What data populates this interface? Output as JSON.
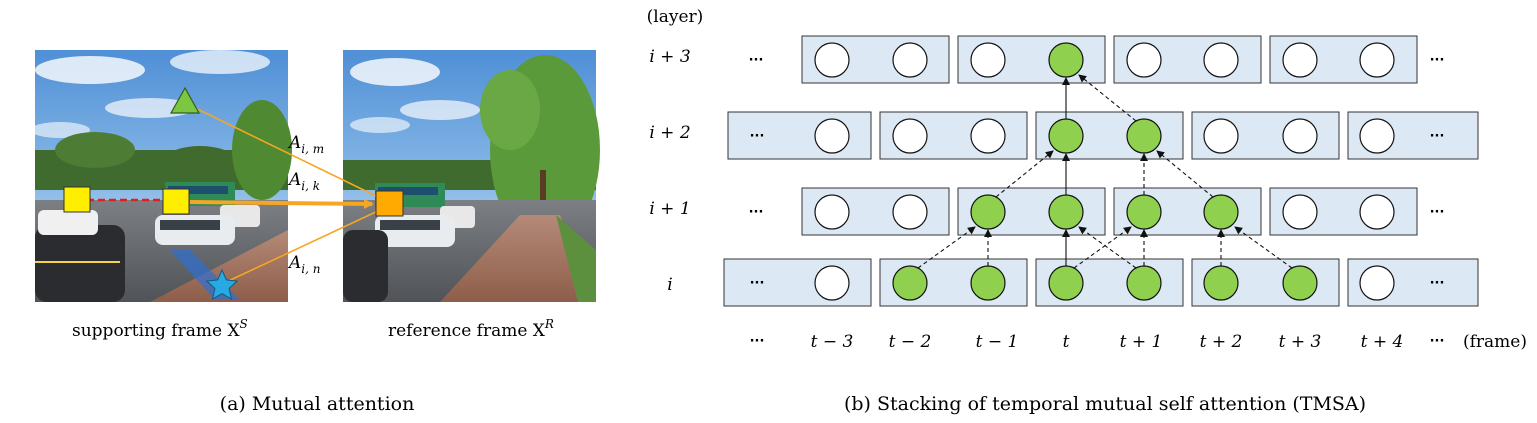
{
  "panel_a": {
    "supporting_caption": "supporting frame X",
    "supporting_sup": "S",
    "reference_caption": "reference frame X",
    "reference_sup": "R",
    "attention_labels": [
      {
        "base": "A",
        "sub": "i, m"
      },
      {
        "base": "A",
        "sub": "i, k"
      },
      {
        "base": "A",
        "sub": "i, n"
      }
    ],
    "caption": "(a) Mutual attention"
  },
  "panel_b": {
    "layer_header": "(layer)",
    "layer_labels": [
      "i + 3",
      "i + 2",
      "i + 1",
      "i"
    ],
    "frame_labels": [
      "···",
      "t − 3",
      "t − 2",
      "t − 1",
      "t",
      "t + 1",
      "t + 2",
      "t + 3",
      "t + 4",
      "···"
    ],
    "frame_header": "(frame)",
    "ellipsis": "···",
    "caption": "(b) Stacking of temporal mutual self attention (TMSA)"
  },
  "colors": {
    "box_fill": "#dce9f5",
    "active_node": "#8fd14f",
    "inactive_node": "#ffffff",
    "attention_line": "#f5a623",
    "dashed_red": "#e02020",
    "marker_yellow": "#ffee00",
    "marker_orange": "#ffaa00",
    "marker_green": "#7cc642",
    "marker_blue": "#27a9e1"
  }
}
